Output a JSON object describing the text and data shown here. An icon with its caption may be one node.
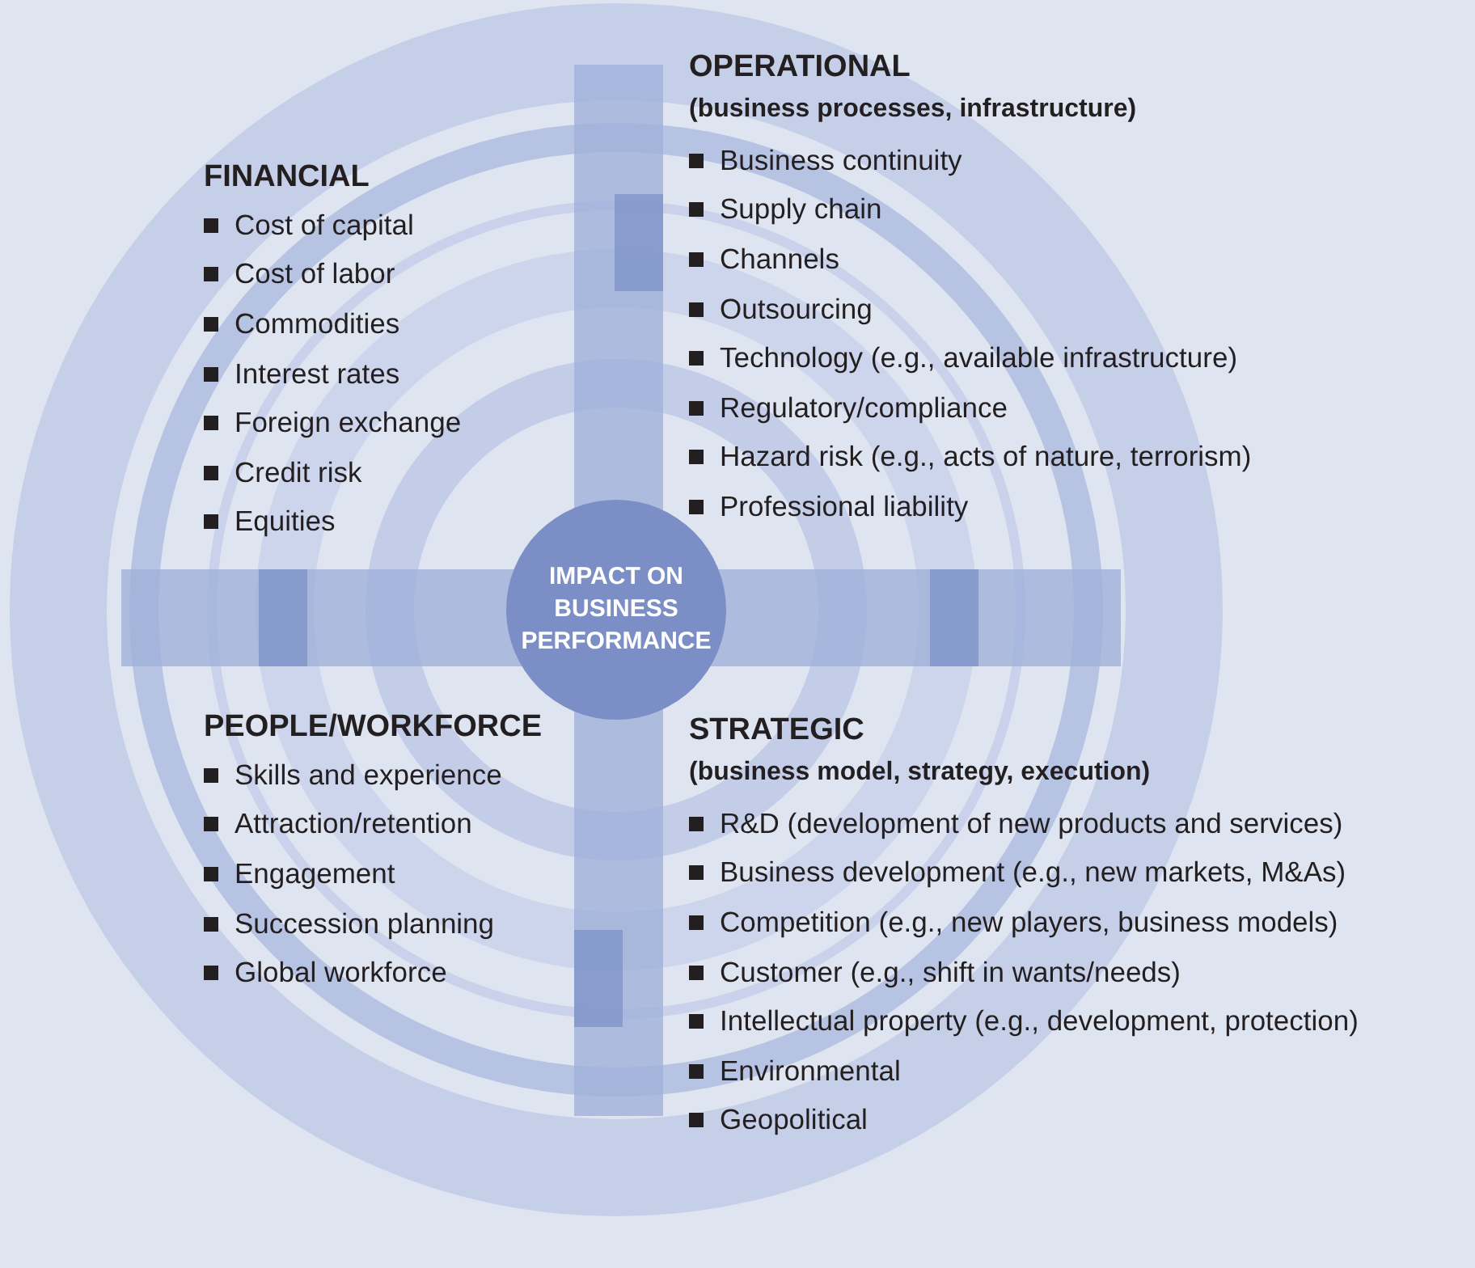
{
  "diagram": {
    "nodes": [
      {
        "text": [
          "IMPACT ON BUSINESS PERFORMANCE"
        ]
      }
    ],
    "labels": [
      "OPERATIONAL",
      "(business processes, infrastructure)",
      "Business continuity",
      "Supply chain",
      "Channels",
      "Outsourcing",
      "Technology (e.g., available infrastructure)",
      "Regulatory/compliance",
      "Hazard risk (e.g., acts of nature, terrorism)",
      "Professional liability",
      "FINANCIAL",
      "Cost of capital",
      "Cost of labor",
      "Commodities",
      "Interest rates",
      "Foreign exchange",
      "Credit risk",
      "Equities",
      "PEOPLE/WORKFORCE",
      "Skills and experience",
      "Attraction/retention",
      "Engagement",
      "Succession planning",
      "Global workforce",
      "STRATEGIC",
      "(business model, strategy, execution)",
      "R&D (development of new products and services)",
      "Business development (e.g., new markets, M&As)",
      "Competition (e.g., new players, business models)",
      "Customer (e.g., shift in wants/needs)",
      "Intellectual property (e.g., development, protection)",
      "Environmental",
      "Geopolitical"
    ]
  }
}
